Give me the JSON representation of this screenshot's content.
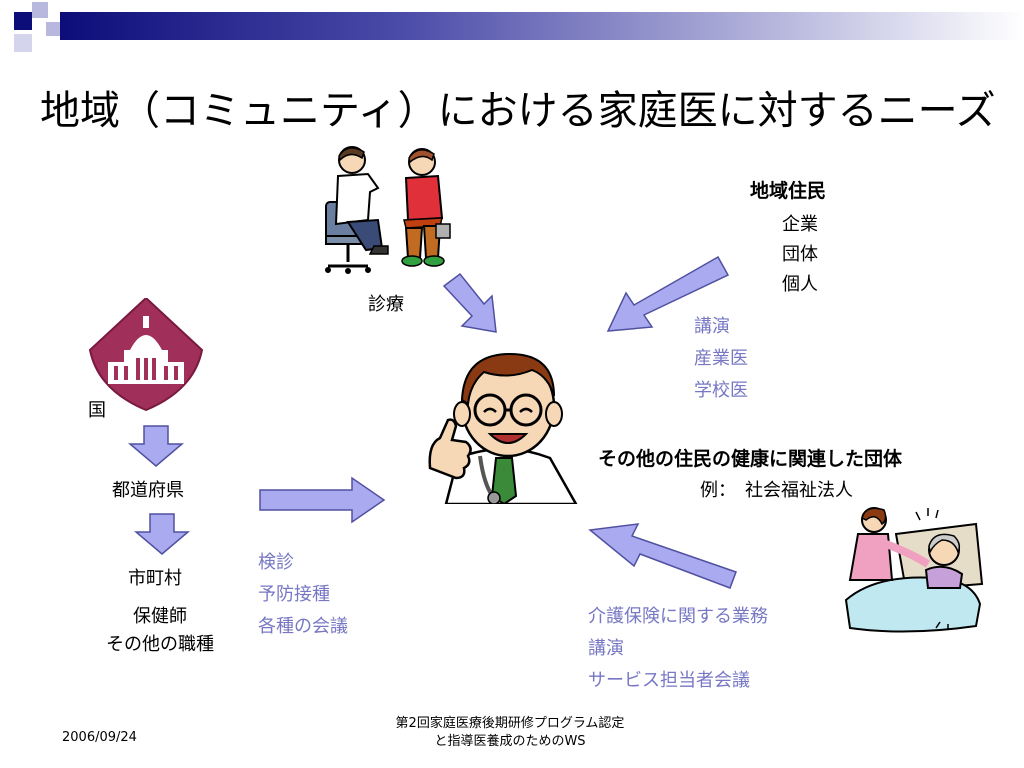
{
  "slide": {
    "title": "地域（コミュニティ）における家庭医に対するニーズ",
    "colors": {
      "bar_dark": "#0d0d7a",
      "arrow_fill": "#aaaaf0",
      "arrow_stroke": "#5050a0",
      "link_text": "#7777c4",
      "crest": "#a0305a"
    }
  },
  "labels": {
    "shinryo": "診療",
    "kuni": "国",
    "todofuken": "都道府県",
    "shichoson": "市町村",
    "hokenshi": "保健師",
    "sonota_shokushu": "その他の職種"
  },
  "residents": {
    "heading": "地域住民",
    "items": [
      "企業",
      "団体",
      "個人"
    ]
  },
  "resident_services": [
    "講演",
    "産業医",
    "学校医"
  ],
  "gov_services": [
    "検診",
    "予防接種",
    "各種の会議"
  ],
  "other_groups": {
    "heading": "その他の住民の健康に関連した団体",
    "example": "例：　社会福祉法人"
  },
  "care_services": [
    "介護保険に関する業務",
    "講演",
    "サービス担当者会議"
  ],
  "footer": {
    "date": "2006/09/24",
    "line1": "第2回家庭医療後期研修プログラム認定",
    "line2": "と指導医養成のためのWS"
  },
  "icons": [
    "doctor-patient-consultation-icon",
    "capitol-building-icon",
    "doctor-thumbs-up-icon",
    "caregiver-patient-bed-icon"
  ]
}
